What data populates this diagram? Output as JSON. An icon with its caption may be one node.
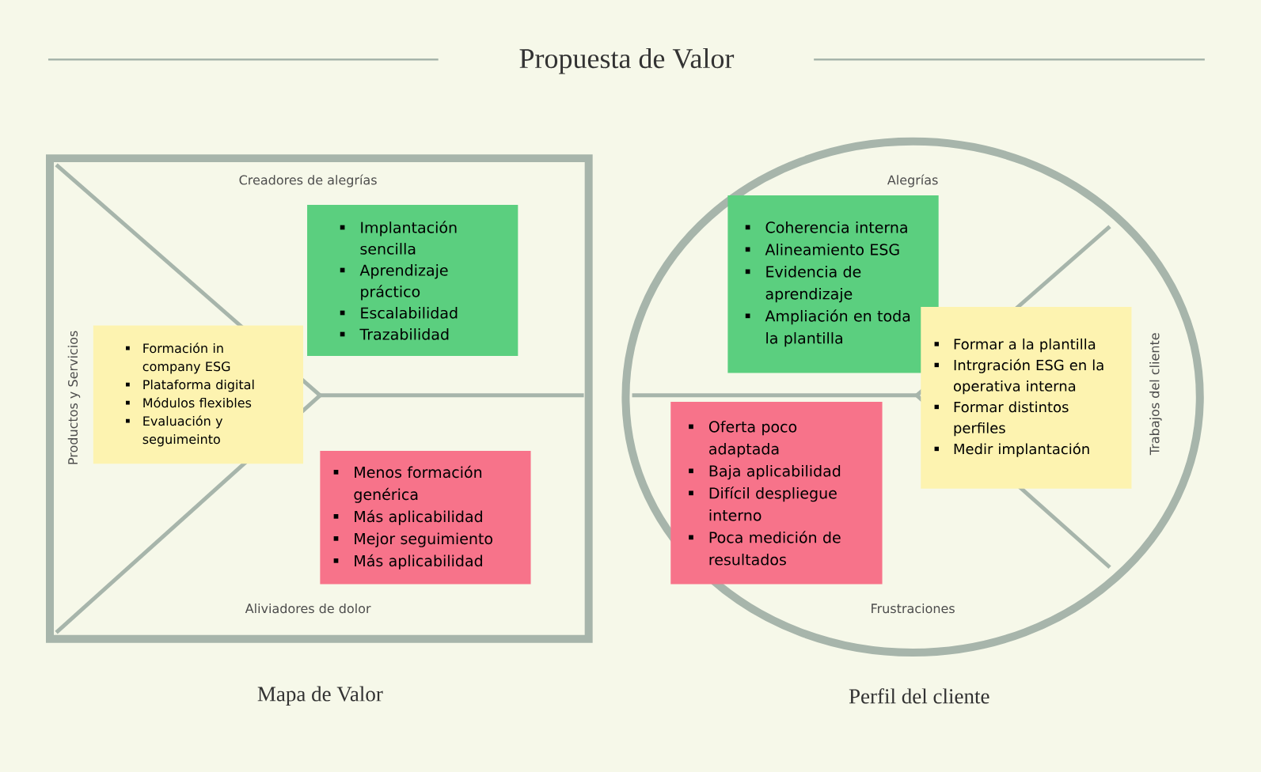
{
  "diagram": {
    "title": "Propuesta de Valor",
    "nodes": [
      {
        "text": [
          "Mapa de Valor"
        ]
      },
      {
        "text": [
          "Perfil del cliente"
        ]
      },
      {
        "text": [
          "Formación in company ESG",
          "Plataforma digital",
          "Módulos flexibles",
          "Evaluación y seguimeinto"
        ],
        "in": 0
      },
      {
        "text": [
          "Implantación sencilla",
          "Aprendizaje práctico",
          "Escalabilidad",
          "Trazabilidad"
        ],
        "in": 0
      },
      {
        "text": [
          "Menos formación genérica",
          "Más aplicabilidad",
          "Mejor seguimiento",
          "Más aplicabilidad"
        ],
        "in": 0
      },
      {
        "text": [
          "Coherencia interna",
          "Alineamiento ESG",
          "Evidencia de aprendizaje",
          "Ampliación en toda la plantilla"
        ],
        "in": 1
      },
      {
        "text": [
          "Formar a la plantilla",
          "Intrgración ESG en la operativa interna",
          "Formar distintos perfiles",
          "Medir implantación"
        ],
        "in": 1
      },
      {
        "text": [
          "Oferta poco adaptada",
          "Baja aplicabilidad",
          "Difícil despliegue interno",
          "Poca medición de resultados"
        ],
        "in": 1
      }
    ],
    "labels": [
      "Creadores de alegrías",
      "Productos y Servicios",
      "Aliviadores de dolor",
      "Alegrías",
      "Trabajos del cliente",
      "Frustraciones"
    ]
  }
}
